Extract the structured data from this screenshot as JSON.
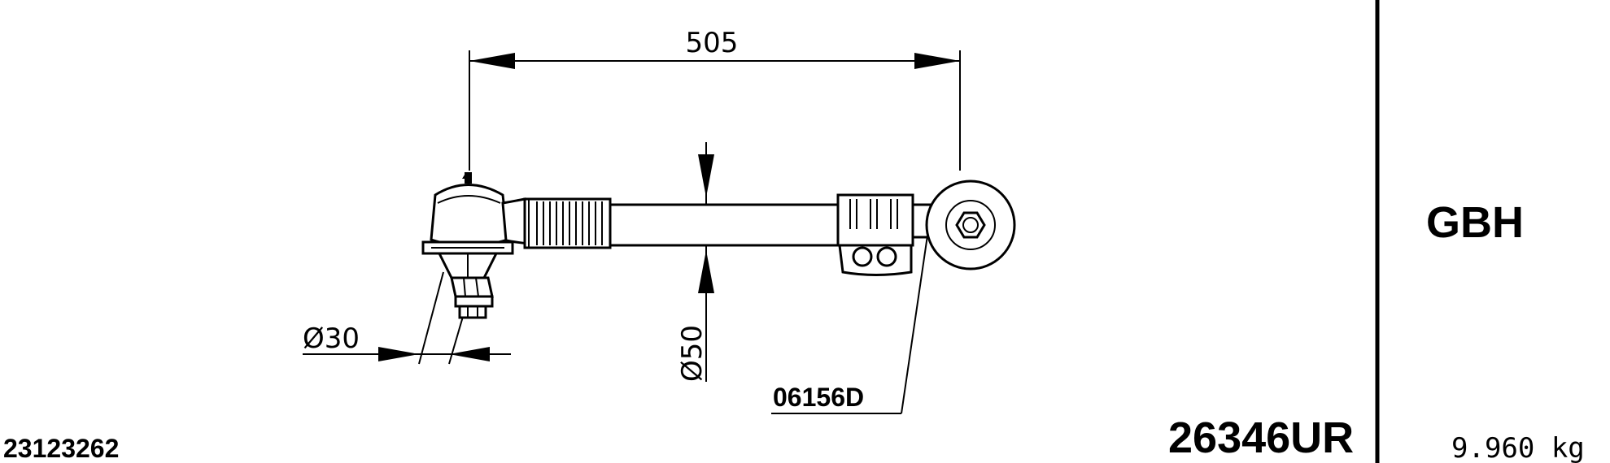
{
  "dimensions": {
    "length": "505",
    "ball_pin_diameter": "Ø30",
    "tube_diameter": "Ø50"
  },
  "labels": {
    "bush_part_number": "06156D",
    "left_code": "23123262",
    "part_number": "26346UR",
    "brand": "GBH",
    "weight": "9.960 kg"
  }
}
